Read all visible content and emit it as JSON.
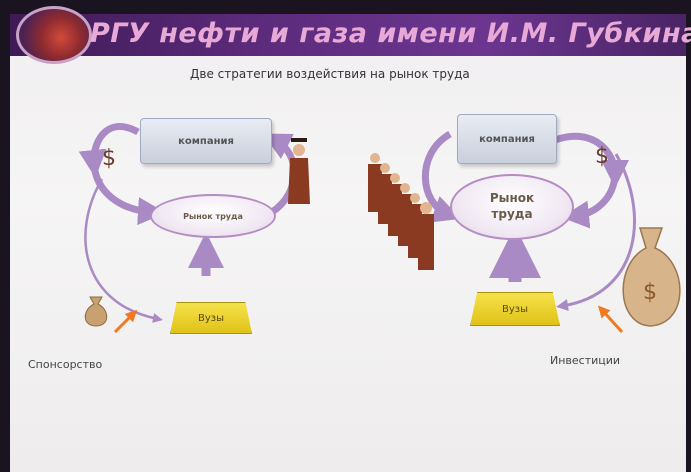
{
  "slide": {
    "title": "РГУ нефти и газа имени И.М. Губкина",
    "subtitle": "Две стратегии воздействия на рынок труда"
  },
  "left": {
    "company": "компания",
    "market": "Рынок труда",
    "vuz": "Вузы",
    "currency": "$",
    "caption": "Спонсорство"
  },
  "right": {
    "company": "компания",
    "market": "Рынок труда",
    "vuz": "Вузы",
    "currency": "$",
    "caption": "Инвестиции"
  },
  "colors": {
    "arrow": "#a98ac4",
    "orange_arrow": "#f07a20",
    "vuz": "#f0d830",
    "title_bar": "#5b2a7a"
  },
  "icons": [
    "money-bag-icon",
    "graduate-icon",
    "graduate-row-icon",
    "money-bag-large-icon"
  ]
}
